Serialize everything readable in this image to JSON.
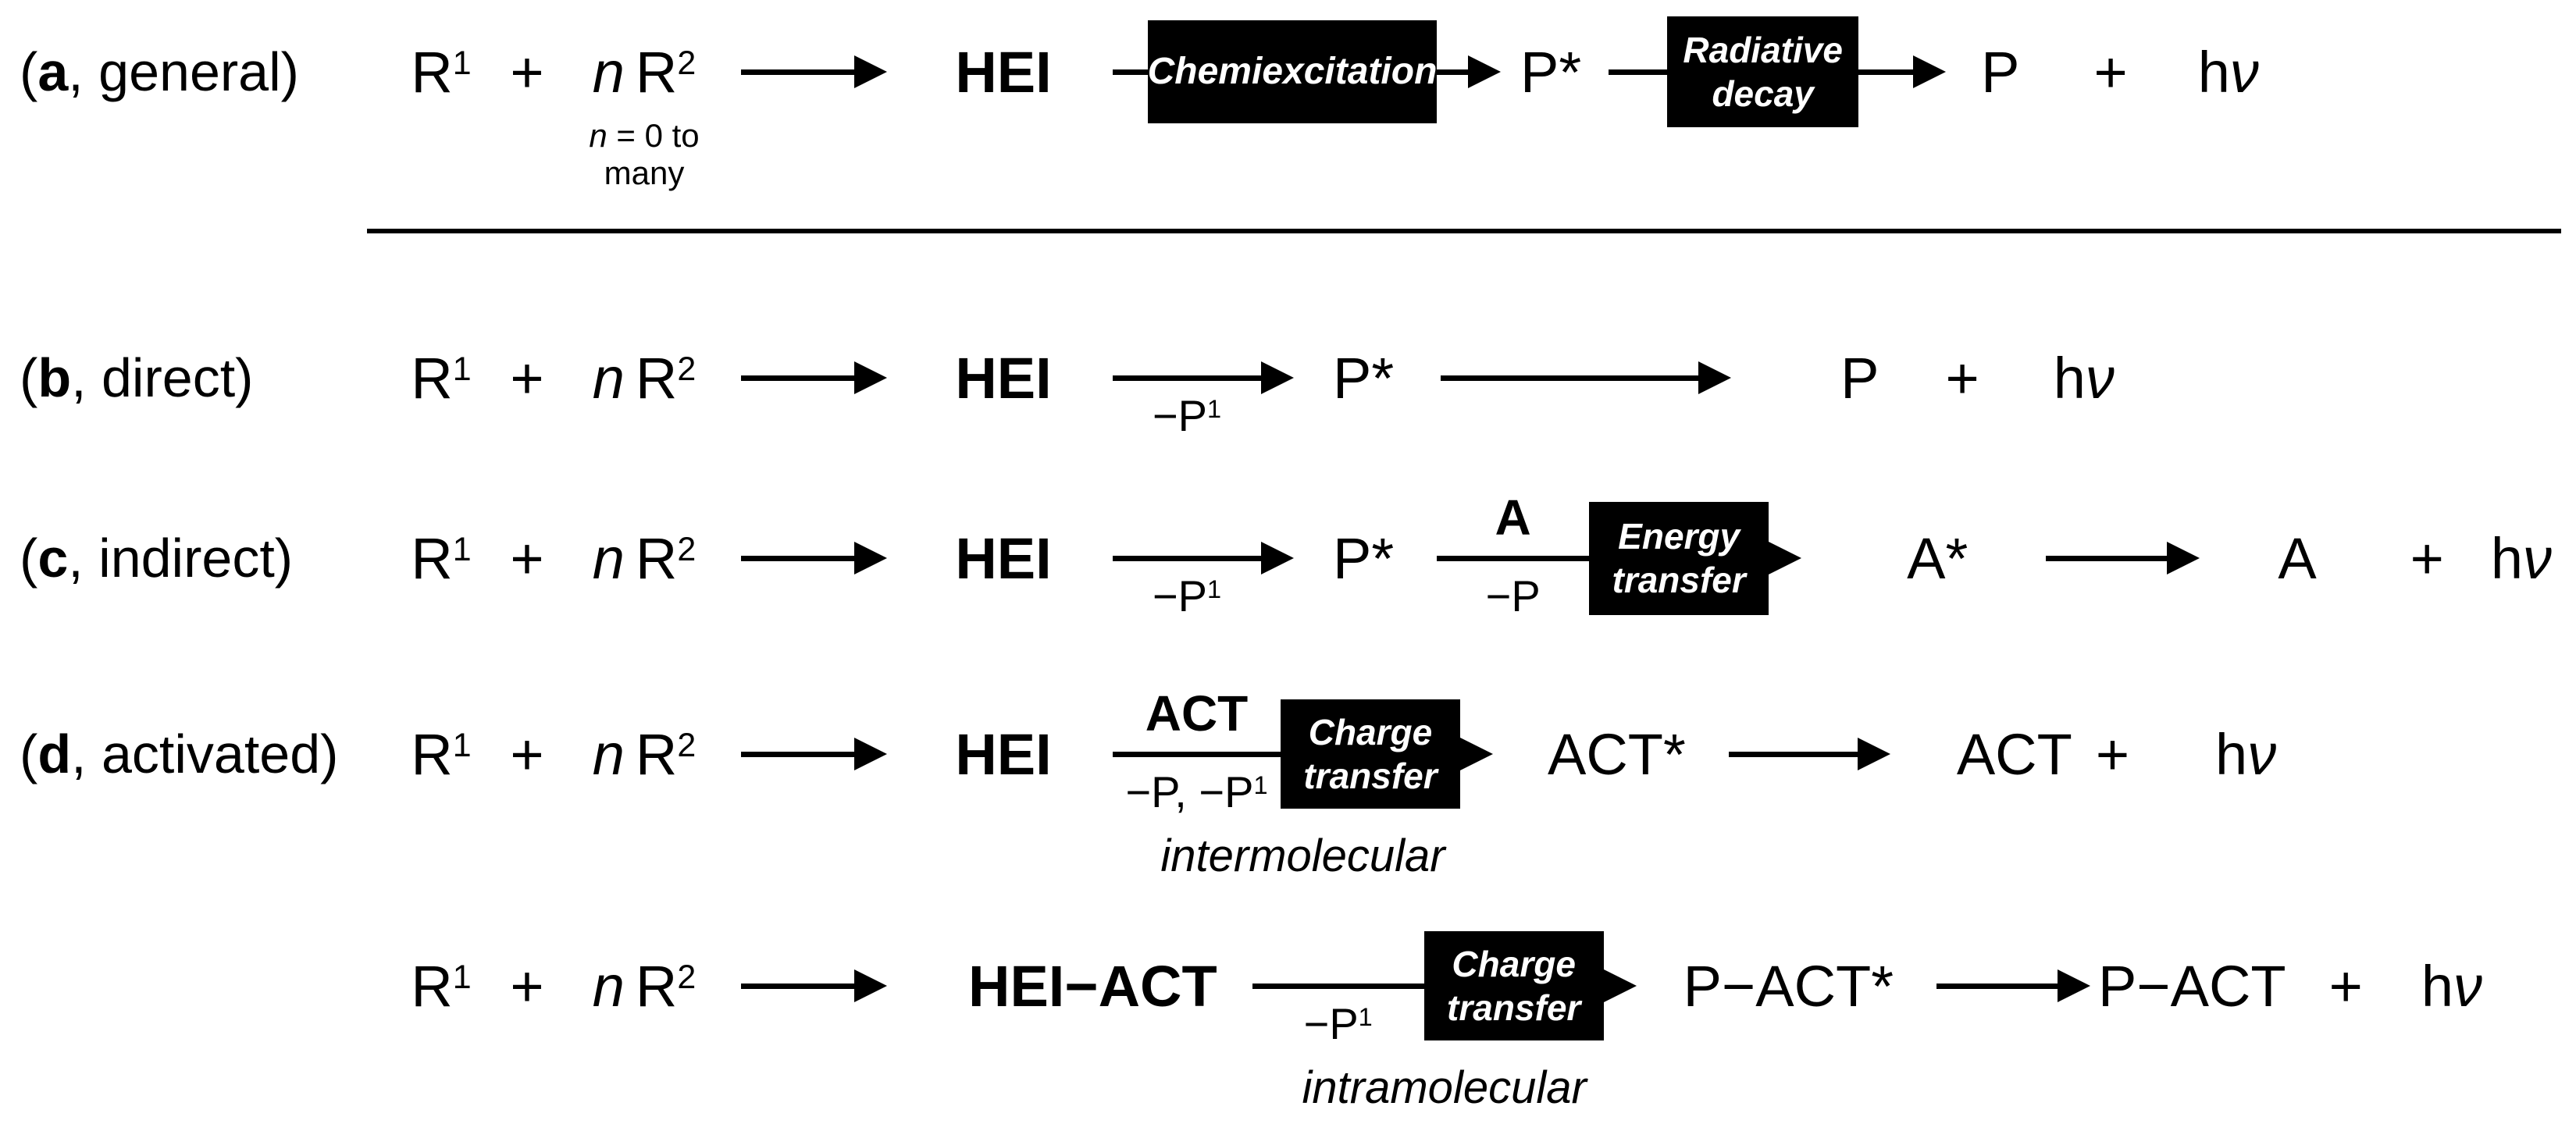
{
  "figure": {
    "background": "#ffffff",
    "ink": "#000000",
    "box_bg": "#000000",
    "box_fg": "#ffffff"
  },
  "rows": {
    "a": {
      "label": {
        "open": "(",
        "key": "a",
        "rest": ", general)"
      },
      "r1": {
        "base": "R",
        "sup": "1"
      },
      "plus": "+",
      "coef": "n",
      "r2": {
        "base": "R",
        "sup": "2"
      },
      "note": {
        "var": "n",
        "rest": " = 0 to many"
      },
      "hei": "HEI",
      "chemiexcitation_box": "Chemiexcitation",
      "pstar": "P*",
      "radiative_box": {
        "line1": "Radiative",
        "line2": "decay"
      },
      "product": "P",
      "plus2": "+",
      "hv": {
        "h": "h",
        "nu": "ν"
      }
    },
    "b": {
      "label": {
        "open": "(",
        "key": "b",
        "rest": ", direct)"
      },
      "r1": {
        "base": "R",
        "sup": "1"
      },
      "plus": "+",
      "coef": "n",
      "r2": {
        "base": "R",
        "sup": "2"
      },
      "hei": "HEI",
      "arrow_loss": {
        "main": "−P",
        "sup": "1"
      },
      "pstar": "P*",
      "product": "P",
      "plus2": "+",
      "hv": {
        "h": "h",
        "nu": "ν"
      }
    },
    "c": {
      "label": {
        "open": "(",
        "key": "c",
        "rest": ", indirect)"
      },
      "r1": {
        "base": "R",
        "sup": "1"
      },
      "plus": "+",
      "coef": "n",
      "r2": {
        "base": "R",
        "sup": "2"
      },
      "hei": "HEI",
      "arrow_loss": {
        "main": "−P",
        "sup": "1"
      },
      "pstar": "P*",
      "energy_transfer": {
        "above": "A",
        "below_main": "−P",
        "box_line1": "Energy",
        "box_line2": "transfer"
      },
      "astar": "A*",
      "product": "A",
      "plus2": "+",
      "hv": {
        "h": "h",
        "nu": "ν"
      }
    },
    "d": {
      "label": {
        "open": "(",
        "key": "d",
        "rest": ", activated)"
      },
      "r1": {
        "base": "R",
        "sup": "1"
      },
      "plus": "+",
      "coef": "n",
      "r2": {
        "base": "R",
        "sup": "2"
      },
      "hei": "HEI",
      "charge_transfer": {
        "above": "ACT",
        "below_main": "−P, −P",
        "below_sup": "1",
        "box_line1": "Charge",
        "box_line2": "transfer"
      },
      "actstar": "ACT*",
      "product": "ACT",
      "plus2": "+",
      "hv": {
        "h": "h",
        "nu": "ν"
      },
      "sublabel": "intermolecular"
    },
    "e": {
      "r1": {
        "base": "R",
        "sup": "1"
      },
      "plus": "+",
      "coef": "n",
      "r2": {
        "base": "R",
        "sup": "2"
      },
      "heiact": {
        "hei": "HEI",
        "bond": "−",
        "act": "ACT"
      },
      "charge_transfer": {
        "below_main": "−P",
        "below_sup": "1",
        "box_line1": "Charge",
        "box_line2": "transfer"
      },
      "pactstar": "P−ACT*",
      "product": "P−ACT",
      "plus2": "+",
      "hv": {
        "h": "h",
        "nu": "ν"
      },
      "sublabel": "intramolecular"
    }
  }
}
